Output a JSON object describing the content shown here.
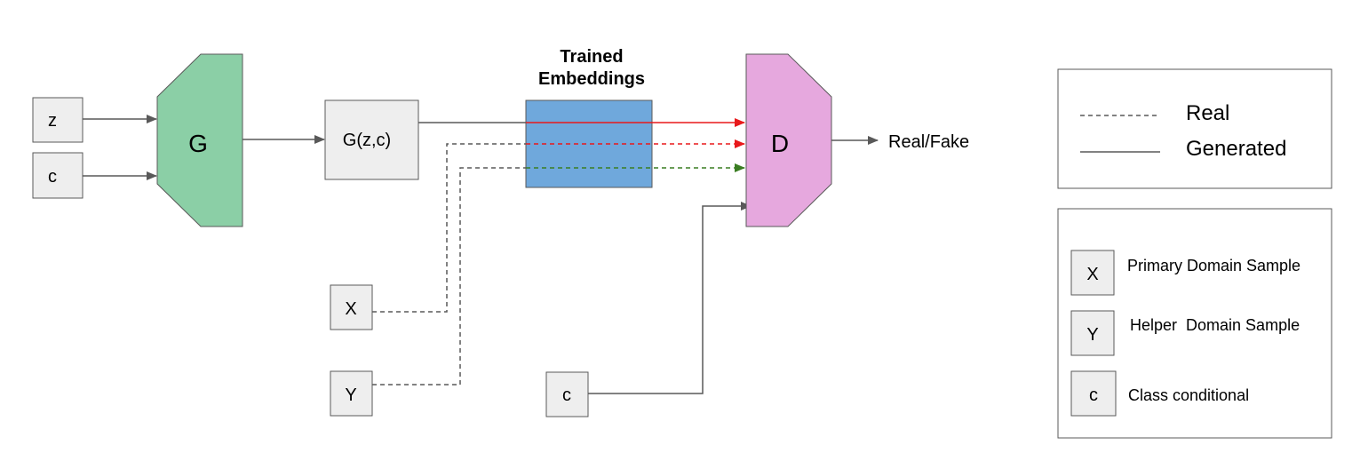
{
  "diagram": {
    "inputs": {
      "z": "z",
      "c_gen": "c",
      "x": "X",
      "y": "Y",
      "c_disc": "c"
    },
    "generator": {
      "label": "G",
      "color": "#8bcfa6"
    },
    "generated_output": {
      "label": "G(z,c)"
    },
    "embeddings": {
      "title_line1": "Trained",
      "title_line2": "Embeddings",
      "color": "#6fa8dc"
    },
    "discriminator": {
      "label": "D",
      "color": "#e6a8de"
    },
    "output": {
      "label": "Real/Fake"
    },
    "arrow_colors": {
      "generated": "#e8191b",
      "real_x": "#e8191b",
      "real_y": "#3a7d22",
      "default": "#595959"
    }
  },
  "legend_lines": {
    "real": "Real",
    "generated": "Generated"
  },
  "legend_symbols": {
    "x": {
      "symbol": "X",
      "label": "Primary Domain Sample"
    },
    "y": {
      "symbol": "Y",
      "label": "Helper  Domain Sample"
    },
    "c": {
      "symbol": "c",
      "label": "Class conditional"
    }
  }
}
